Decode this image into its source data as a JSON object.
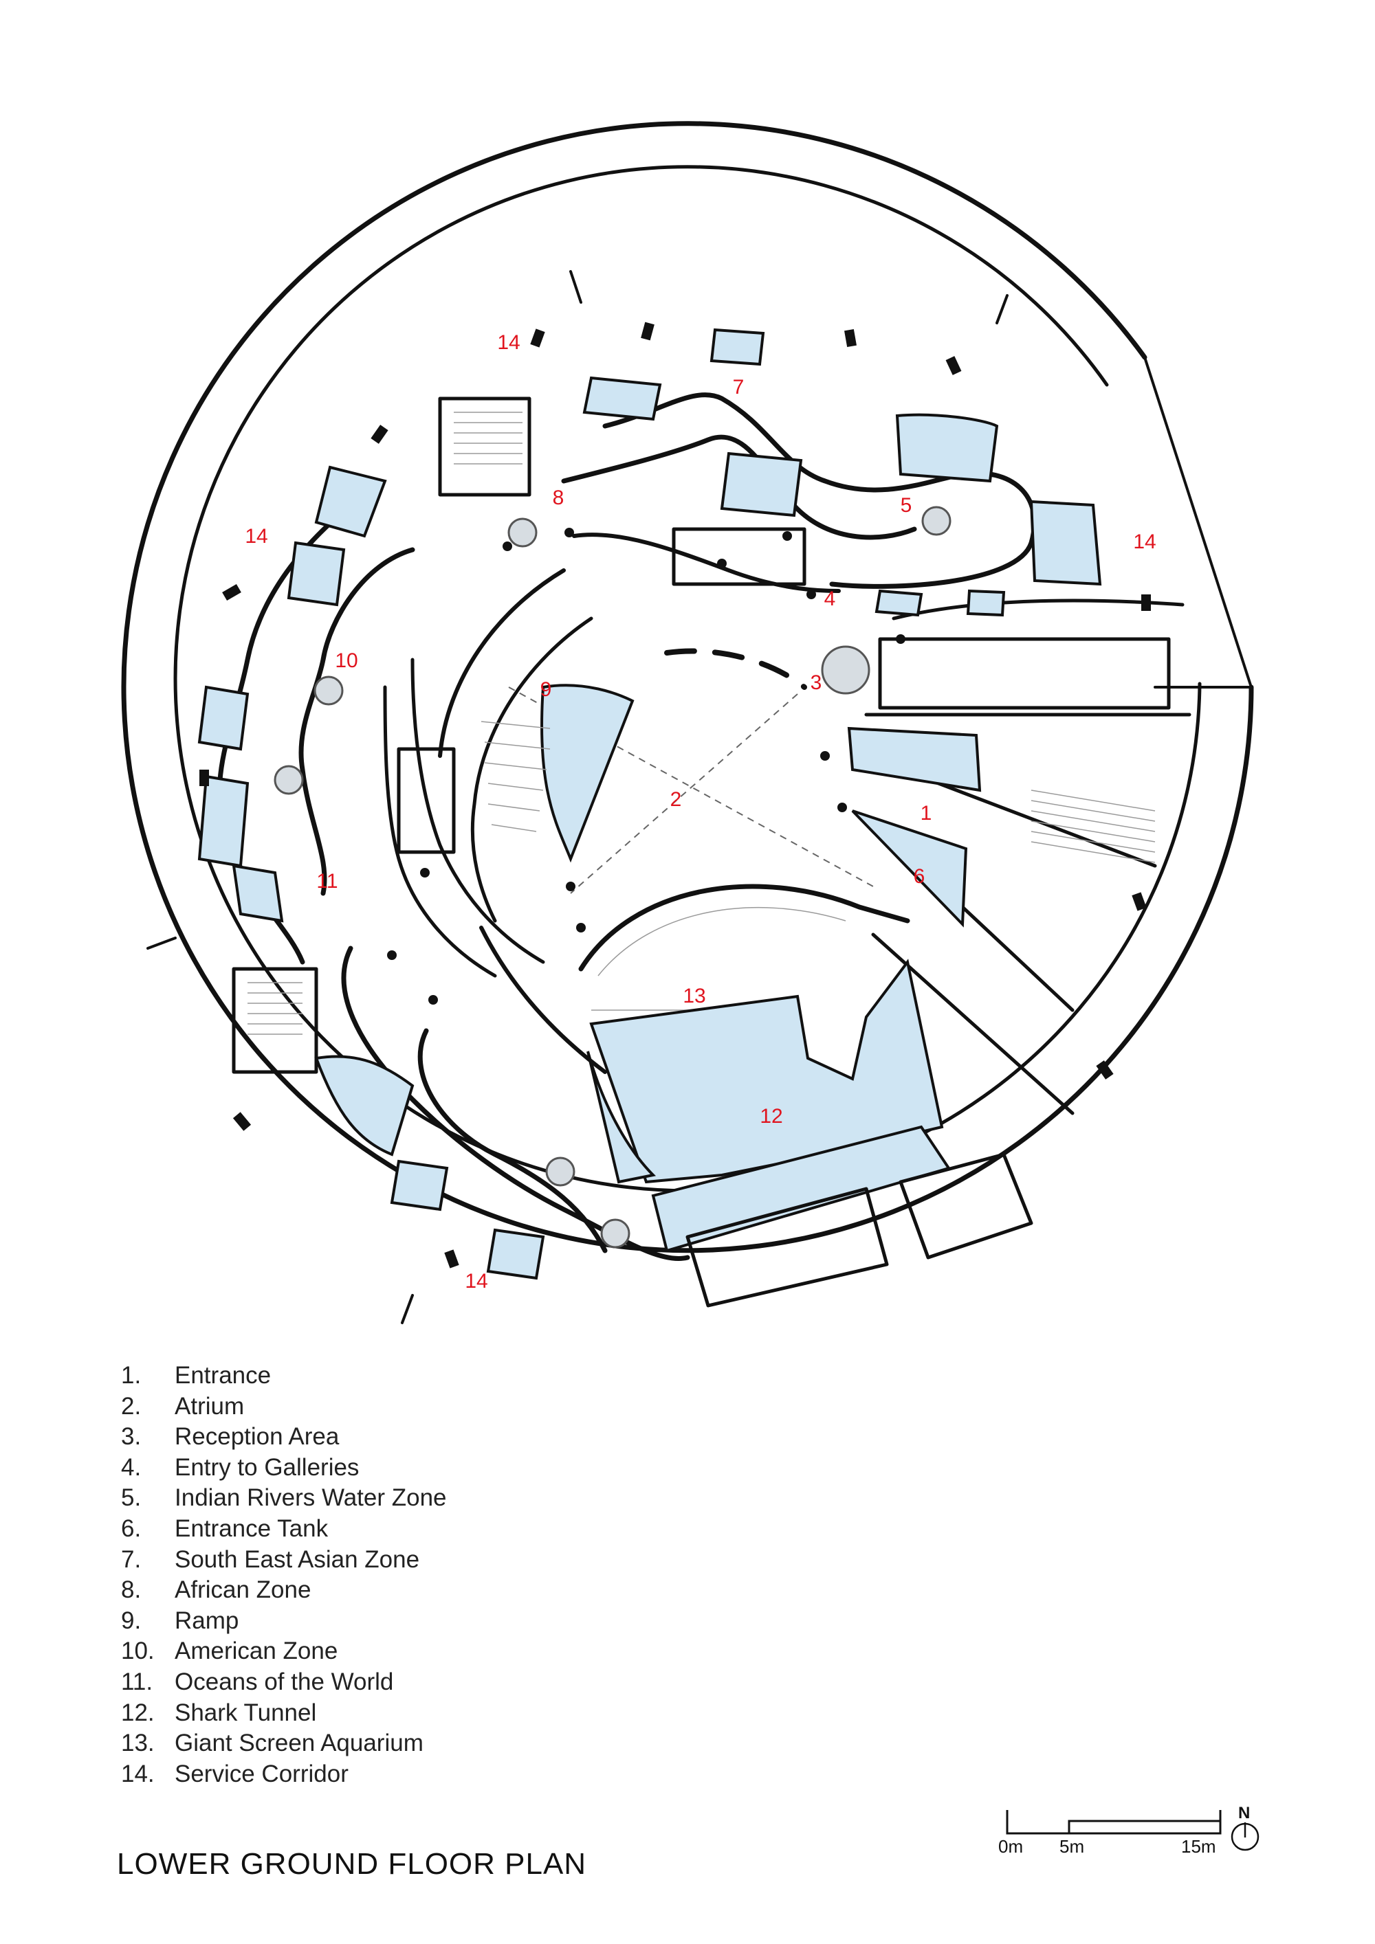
{
  "title": "LOWER GROUND FLOOR PLAN",
  "plan_labels": {
    "l1": "1",
    "l2": "2",
    "l3": "3",
    "l4": "4",
    "l5": "5",
    "l6": "6",
    "l7": "7",
    "l8": "8",
    "l9": "9",
    "l10": "10",
    "l11": "11",
    "l12": "12",
    "l13": "13",
    "l14a": "14",
    "l14b": "14",
    "l14c": "14",
    "l14d": "14"
  },
  "legend": [
    {
      "num": "1.",
      "label": "Entrance"
    },
    {
      "num": "2.",
      "label": "Atrium"
    },
    {
      "num": "3.",
      "label": "Reception Area"
    },
    {
      "num": "4.",
      "label": "Entry to Galleries"
    },
    {
      "num": "5.",
      "label": "Indian Rivers Water Zone"
    },
    {
      "num": "6.",
      "label": "Entrance Tank"
    },
    {
      "num": "7.",
      "label": "South East Asian Zone"
    },
    {
      "num": "8.",
      "label": "African Zone"
    },
    {
      "num": "9.",
      "label": "Ramp"
    },
    {
      "num": "10.",
      "label": "American Zone"
    },
    {
      "num": "11.",
      "label": "Oceans of the World"
    },
    {
      "num": "12.",
      "label": "Shark Tunnel"
    },
    {
      "num": "13.",
      "label": "Giant Screen Aquarium"
    },
    {
      "num": "14.",
      "label": "Service Corridor"
    }
  ],
  "scale_bar": {
    "labels": [
      "0m",
      "5m",
      "15m"
    ]
  },
  "north": "N",
  "colors": {
    "water": "#cfe5f3",
    "labels": "#e0141e",
    "walls": "#111111"
  }
}
